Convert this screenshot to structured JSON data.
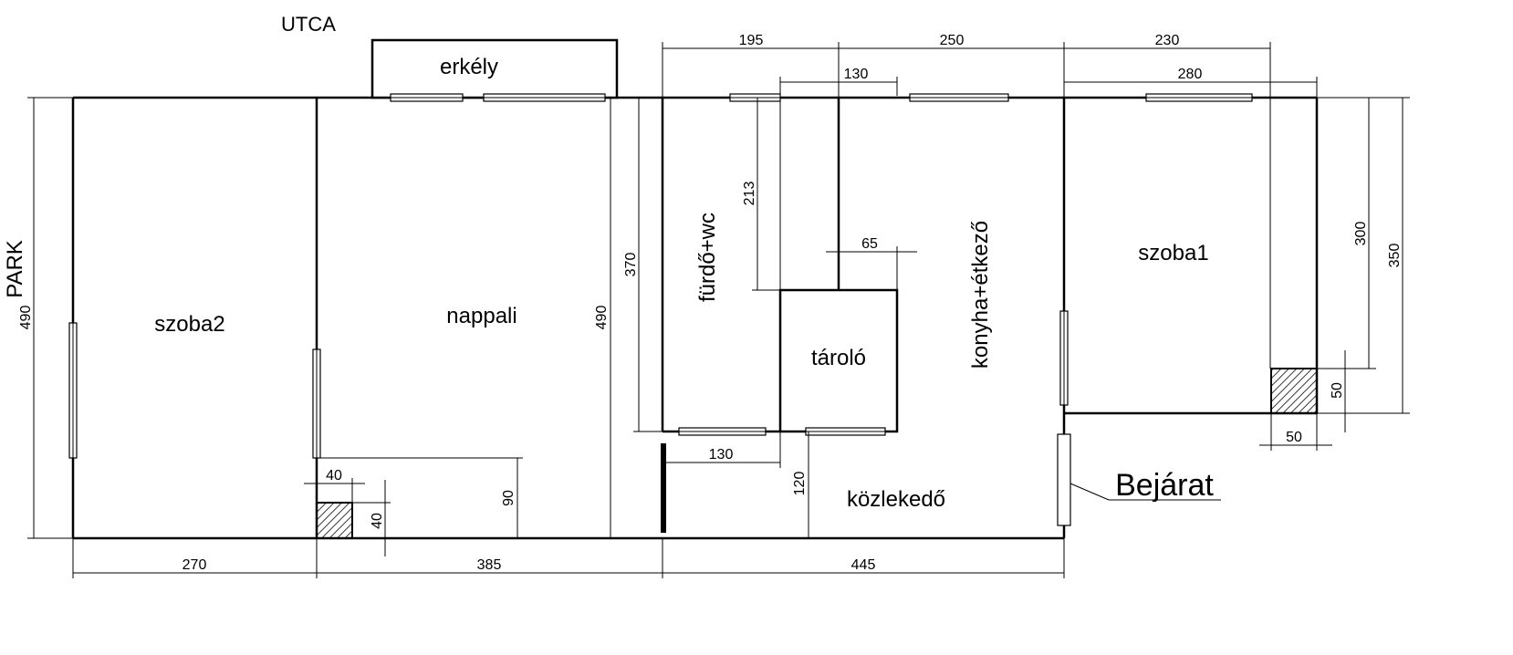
{
  "labels": {
    "utca": "UTCA",
    "park": "PARK",
    "erkely": "erkély",
    "szoba2": "szoba2",
    "nappali": "nappali",
    "furdo": "fürdő+wc",
    "tarolo": "tároló",
    "konyha": "konyha+étkező",
    "szoba1": "szoba1",
    "kozlekedo": "közlekedő",
    "bejarat": "Bejárat"
  },
  "dimensions": {
    "d195": "195",
    "d250": "250",
    "d230": "230",
    "d130top": "130",
    "d280": "280",
    "d490left": "490",
    "d490mid": "490",
    "d370": "370",
    "d213": "213",
    "d65": "65",
    "d300": "300",
    "d350": "350",
    "d50v": "50",
    "d50h": "50",
    "d40h": "40",
    "d40v": "40",
    "d90": "90",
    "d130bot": "130",
    "d120": "120",
    "d270": "270",
    "d385": "385",
    "d445": "445"
  }
}
